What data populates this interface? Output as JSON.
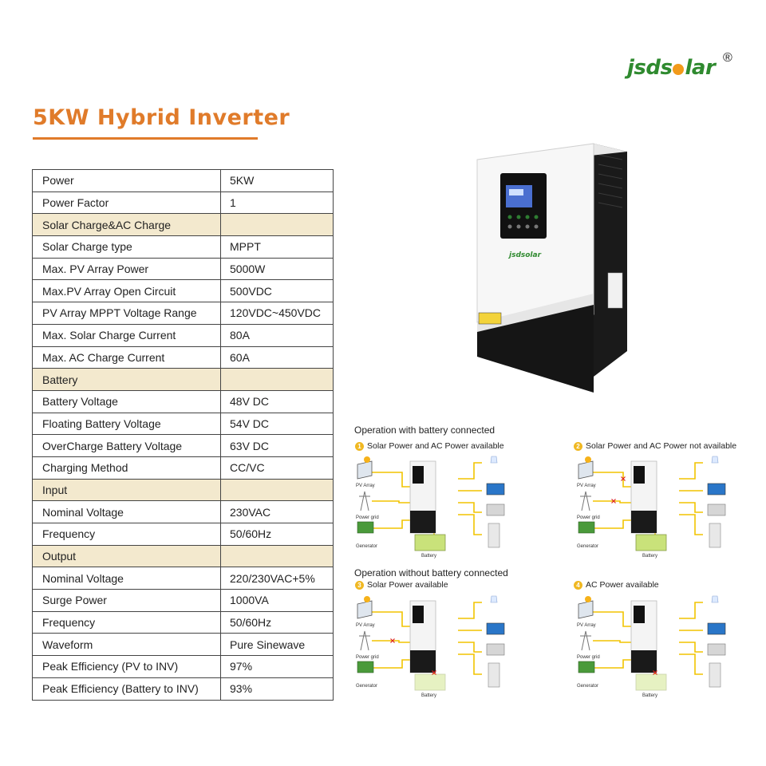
{
  "logo": {
    "text_part1": "jsds",
    "text_part2": "lar",
    "registered": "®"
  },
  "title": "5KW Hybrid Inverter",
  "specs": [
    {
      "type": "row",
      "label": "Power",
      "value": "5KW"
    },
    {
      "type": "row",
      "label": "Power Factor",
      "value": "1"
    },
    {
      "type": "section",
      "label": "Solar Charge&AC Charge",
      "value": ""
    },
    {
      "type": "row",
      "label": "Solar Charge type",
      "value": "MPPT"
    },
    {
      "type": "row",
      "label": "Max. PV Array Power",
      "value": "5000W"
    },
    {
      "type": "row",
      "label": "Max.PV Array Open Circuit",
      "value": "500VDC"
    },
    {
      "type": "row",
      "label": "PV Array MPPT Voltage Range",
      "value": "120VDC~450VDC"
    },
    {
      "type": "row",
      "label": "Max. Solar Charge Current",
      "value": "80A"
    },
    {
      "type": "row",
      "label": "Max. AC Charge Current",
      "value": "60A"
    },
    {
      "type": "section",
      "label": "Battery",
      "value": ""
    },
    {
      "type": "row",
      "label": "Battery Voltage",
      "value": "48V DC"
    },
    {
      "type": "row",
      "label": "Floating Battery Voltage",
      "value": "54V DC"
    },
    {
      "type": "row",
      "label": "OverCharge Battery Voltage",
      "value": "63V DC"
    },
    {
      "type": "row",
      "label": "Charging Method",
      "value": "CC/VC"
    },
    {
      "type": "section",
      "label": "Input",
      "value": ""
    },
    {
      "type": "row",
      "label": "Nominal Voltage",
      "value": "230VAC"
    },
    {
      "type": "row",
      "label": "Frequency",
      "value": "50/60Hz"
    },
    {
      "type": "section",
      "label": "Output",
      "value": ""
    },
    {
      "type": "row",
      "label": "Nominal Voltage",
      "value": "220/230VAC+5%"
    },
    {
      "type": "row",
      "label": "Surge Power",
      "value": "1000VA"
    },
    {
      "type": "row",
      "label": "Frequency",
      "value": "50/60Hz"
    },
    {
      "type": "row",
      "label": "Waveform",
      "value": "Pure Sinewave"
    },
    {
      "type": "row",
      "label": "Peak Efficiency (PV to INV)",
      "value": "97%"
    },
    {
      "type": "row",
      "label": "Peak Efficiency (Battery to INV)",
      "value": "93%"
    }
  ],
  "operations": {
    "with_battery_heading": "Operation with battery connected",
    "without_battery_heading": "Operation without  battery connected",
    "scenarios": [
      {
        "num": "1",
        "label": "Solar Power and AC Power available",
        "battery": true,
        "pv_active": true,
        "grid_active": true
      },
      {
        "num": "2",
        "label": "Solar Power and AC Power not available",
        "battery": true,
        "pv_active": false,
        "grid_active": false
      },
      {
        "num": "3",
        "label": "Solar Power available",
        "battery": false,
        "pv_active": true,
        "grid_active": false
      },
      {
        "num": "4",
        "label": "AC Power available",
        "battery": false,
        "pv_active": false,
        "grid_active": true
      }
    ],
    "source_labels": {
      "pv": "PV Array",
      "grid": "Power grid",
      "generator": "Generator",
      "battery": "Battery"
    }
  },
  "colors": {
    "accent": "#e07b2a",
    "section_bg": "#f3e9ce",
    "wire": "#f2c400",
    "logo_green": "#2f8a2f"
  },
  "product_image": {
    "brand": "jsdsolar"
  }
}
